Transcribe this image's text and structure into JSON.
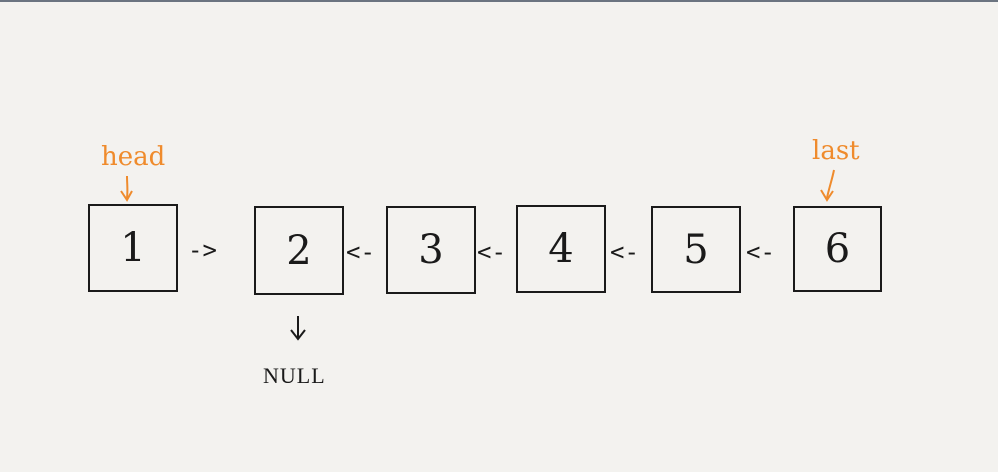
{
  "nodes": [
    "1",
    "2",
    "3",
    "4",
    "5",
    "6"
  ],
  "links": {
    "forward": "->",
    "backward": "<-"
  },
  "pointers": {
    "head": "head",
    "last": "last"
  },
  "null_label": "NULL",
  "colors": {
    "pointer": "#ef8b2c",
    "ink": "#1a1a1a",
    "background": "#f3f2ef"
  }
}
